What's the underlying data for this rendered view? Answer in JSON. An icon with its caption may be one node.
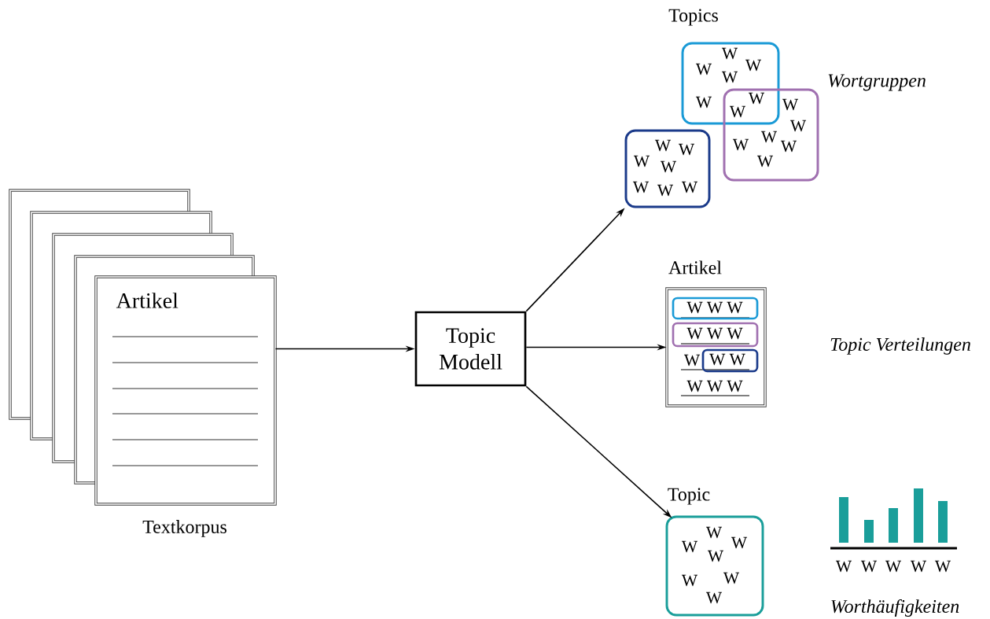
{
  "diagram": {
    "nodes": [
      {
        "text": [
          "Artikel"
        ],
        "beside": [
          "Textkorpus"
        ]
      },
      {
        "text": [
          "Topic Modell"
        ]
      },
      {
        "text": [
          "W",
          "W",
          "W",
          "W",
          "W",
          "W",
          "W"
        ]
      },
      {
        "text": [
          "W",
          "W",
          "W",
          "W",
          "W",
          "W"
        ]
      },
      {
        "text": [
          "W",
          "W",
          "W",
          "W",
          "W",
          "W",
          "W"
        ]
      },
      {
        "text": [
          "Artikel",
          "W",
          "W W W"
        ]
      },
      {
        "text": [
          "W W W"
        ],
        "in": 5
      },
      {
        "text": [
          "W W W"
        ],
        "in": 5
      },
      {
        "text": [
          "W W"
        ],
        "in": 5
      },
      {
        "text": [
          "Topic",
          "W",
          "W",
          "W",
          "W",
          "W",
          "W",
          "W"
        ]
      }
    ],
    "edges": [
      {
        "from": 0,
        "to": 1,
        "arrow": "to"
      },
      {
        "from": 1,
        "to": 4,
        "arrow": "to"
      },
      {
        "from": 1,
        "to": 5,
        "arrow": "to"
      },
      {
        "from": 1,
        "to": 9,
        "arrow": "to"
      }
    ],
    "labels": [
      "Topics",
      "Wortgruppen",
      "Topic Verteilungen",
      "W",
      "W",
      "W",
      "W",
      "W",
      "Worthäufigkeiten"
    ]
  }
}
